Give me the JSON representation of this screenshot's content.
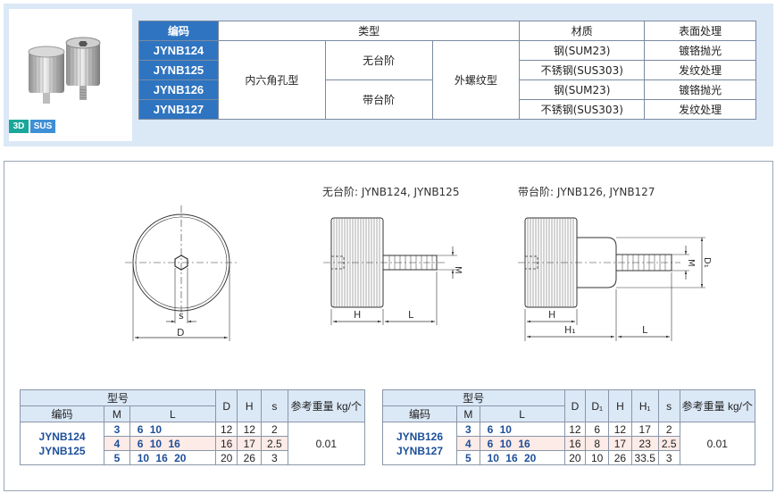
{
  "badges": {
    "three_d": "3D",
    "material": "SUS"
  },
  "spec_table": {
    "headers": [
      "编码",
      "类型",
      "材质",
      "表面处理"
    ],
    "codes": [
      "JYNB124",
      "JYNB125",
      "JYNB126",
      "JYNB127"
    ],
    "type_main": "内六角孔型",
    "type_sub_1": "无台阶",
    "type_sub_2": "带台阶",
    "thread_type": "外螺纹型",
    "materials": [
      "钢(SUM23)",
      "不锈钢(SUS303)",
      "钢(SUM23)",
      "不锈钢(SUS303)"
    ],
    "finishes": [
      "镀铬抛光",
      "发纹处理",
      "镀铬抛光",
      "发纹处理"
    ]
  },
  "drawing": {
    "title_no_step": "无台阶: JYNB124, JYNB125",
    "title_step": "带台阶: JYNB126, JYNB127",
    "labels": {
      "s": "s",
      "D": "D",
      "H": "H",
      "L": "L",
      "M": "M",
      "D1": "D₁",
      "H1": "H₁"
    }
  },
  "table_a": {
    "group_header": "型号",
    "code_header": "编码",
    "m_header": "M",
    "l_header": "L",
    "cols": [
      "D",
      "H",
      "s"
    ],
    "weight_header": "参考重量 kg/个",
    "codes": [
      "JYNB124",
      "JYNB125"
    ],
    "rows": [
      {
        "M": "3",
        "L": "6  10",
        "D": "12",
        "H": "12",
        "s": "2"
      },
      {
        "M": "4",
        "L": "6  10  16",
        "D": "16",
        "H": "17",
        "s": "2.5"
      },
      {
        "M": "5",
        "L": "10  16  20",
        "D": "20",
        "H": "26",
        "s": "3"
      }
    ],
    "weight": "0.01"
  },
  "table_b": {
    "group_header": "型号",
    "code_header": "编码",
    "m_header": "M",
    "l_header": "L",
    "cols": [
      "D",
      "D₁",
      "H",
      "H₁",
      "s"
    ],
    "weight_header": "参考重量 kg/个",
    "codes": [
      "JYNB126",
      "JYNB127"
    ],
    "rows": [
      {
        "M": "3",
        "L": "6  10",
        "D": "12",
        "D1": "6",
        "H": "12",
        "H1": "17",
        "s": "2"
      },
      {
        "M": "4",
        "L": "6  10  16",
        "D": "16",
        "D1": "8",
        "H": "17",
        "H1": "23",
        "s": "2.5"
      },
      {
        "M": "5",
        "L": "10  16  20",
        "D": "20",
        "D1": "10",
        "H": "26",
        "H1": "33.5",
        "s": "3"
      }
    ],
    "weight": "0.01"
  },
  "colors": {
    "header_blue": "#2f74c0",
    "panel_bg": "#dbe8f6",
    "row_highlight": "#fcebe7"
  }
}
